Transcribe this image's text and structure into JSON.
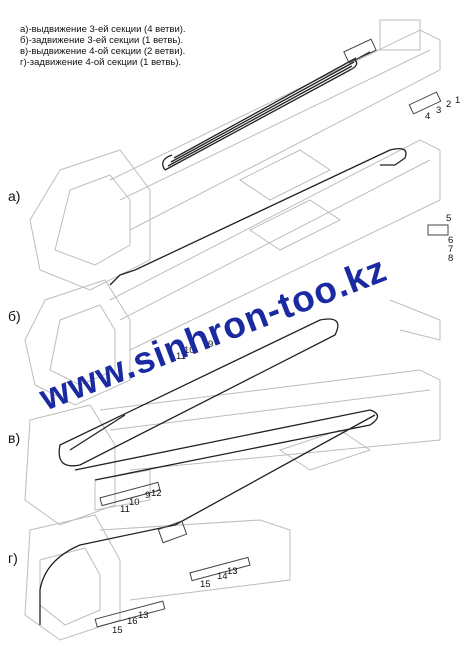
{
  "legend": [
    "а)-выдвижение 3-ей секции (4 ветви).",
    "б)-задвижение 3-ей секции (1 ветвь).",
    "в)-выдвижение 4-ой секции (2 ветви).",
    "г)-задвижение 4-ой секции (1 ветвь)."
  ],
  "panels": [
    "а)",
    "б)",
    "в)",
    "г)"
  ],
  "callouts": {
    "n1": "1",
    "n2": "2",
    "n3": "3",
    "n4": "4",
    "n5": "5",
    "n6": "6",
    "n7": "7",
    "n8": "8",
    "n9a": "9",
    "n10a": "10",
    "n11a": "11",
    "n9b": "9",
    "n10b": "10",
    "n11b": "11",
    "n12": "12",
    "n13a": "13",
    "n14": "14",
    "n15a": "15",
    "n13b": "13",
    "n15b": "15",
    "n16": "16"
  },
  "watermark": "www.sinhron-too.kz"
}
